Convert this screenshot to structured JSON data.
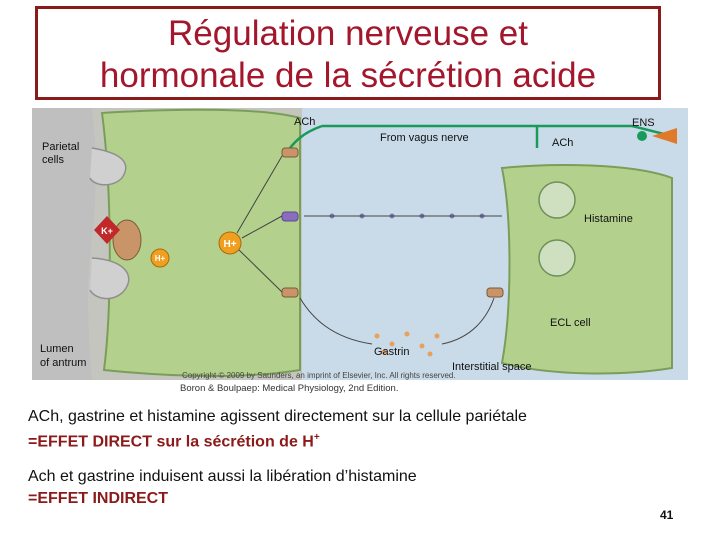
{
  "slide": {
    "title_line1": "Régulation nerveuse et",
    "title_line2": "hormonale de la sécrétion acide",
    "page_number": "41"
  },
  "figure": {
    "labels": {
      "parietal_cells": "Parietal",
      "parietal_cells_2": "cells",
      "ach_top": "ACh",
      "from_vagus": "From vagus nerve",
      "ach_right": "ACh",
      "ens": "ENS",
      "histamine": "Histamine",
      "ecl_cell": "ECL cell",
      "gastrin": "Gastrin",
      "interstitial": "Interstitial space",
      "lumen": "Lumen",
      "lumen_2": "of antrum",
      "k_plus": "K+",
      "h_plus_cell": "H+",
      "h_plus_lumen": "H+",
      "copyright": "Copyright © 2009 by Saunders, an imprint of Elsevier, Inc. All rights reserved."
    },
    "source_caption": "Boron & Boulpaep: Medical Physiology, 2nd Edition."
  },
  "text": {
    "line1": "ACh, gastrine et histamine agissent directement sur la cellule pariétale",
    "line2_prefix": "=EFFET DIRECT sur la sécrétion de H",
    "line2_sup": "+",
    "line3": "Ach et gastrine induisent aussi la libération d’histamine",
    "line4": "=EFFET INDIRECT"
  }
}
